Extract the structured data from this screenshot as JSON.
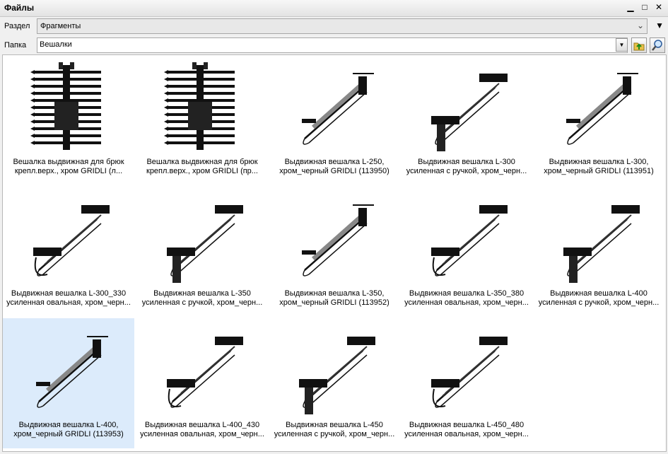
{
  "window": {
    "title": "Файлы",
    "minimize_glyph": "▁",
    "maximize_glyph": "□",
    "close_glyph": "✕"
  },
  "section": {
    "label": "Раздел",
    "value": "Фрагменты",
    "menu_glyph": "▼"
  },
  "folder": {
    "label": "Папка",
    "value": "Вешалки"
  },
  "items": [
    {
      "line1": "Вешалка выдвижная для брюк",
      "line2": "крепл.верх., хром GRIDLI (л...",
      "icon": "trouser-rack"
    },
    {
      "line1": "Вешалка выдвижная для брюк",
      "line2": "крепл.верх., хром GRIDLI (пр...",
      "icon": "trouser-rack"
    },
    {
      "line1": "Выдвижная вешалка L-250,",
      "line2": "хром_черный GRIDLI (113950)",
      "icon": "hanger-simple"
    },
    {
      "line1": "Выдвижная вешалка L-300",
      "line2": "усиленная с ручкой, хром_черн...",
      "icon": "hanger-handle"
    },
    {
      "line1": "Выдвижная вешалка L-300,",
      "line2": "хром_черный GRIDLI (113951)",
      "icon": "hanger-simple"
    },
    {
      "line1": "Выдвижная вешалка L-300_330",
      "line2": "усиленная овальная, хром_черн...",
      "icon": "hanger-oval"
    },
    {
      "line1": "Выдвижная вешалка L-350",
      "line2": "усиленная с ручкой, хром_черн...",
      "icon": "hanger-handle"
    },
    {
      "line1": "Выдвижная вешалка L-350,",
      "line2": "хром_черный GRIDLI (113952)",
      "icon": "hanger-simple"
    },
    {
      "line1": "Выдвижная вешалка L-350_380",
      "line2": "усиленная овальная, хром_черн...",
      "icon": "hanger-oval"
    },
    {
      "line1": "Выдвижная вешалка L-400",
      "line2": "усиленная с ручкой, хром_черн...",
      "icon": "hanger-handle"
    },
    {
      "line1": "Выдвижная вешалка L-400,",
      "line2": "хром_черный GRIDLI (113953)",
      "icon": "hanger-simple",
      "selected": true
    },
    {
      "line1": "Выдвижная вешалка L-400_430",
      "line2": "усиленная овальная, хром_черн...",
      "icon": "hanger-oval"
    },
    {
      "line1": "Выдвижная вешалка L-450",
      "line2": "усиленная с ручкой, хром_черн...",
      "icon": "hanger-handle"
    },
    {
      "line1": "Выдвижная вешалка L-450_480",
      "line2": "усиленная овальная, хром_черн...",
      "icon": "hanger-oval"
    }
  ]
}
